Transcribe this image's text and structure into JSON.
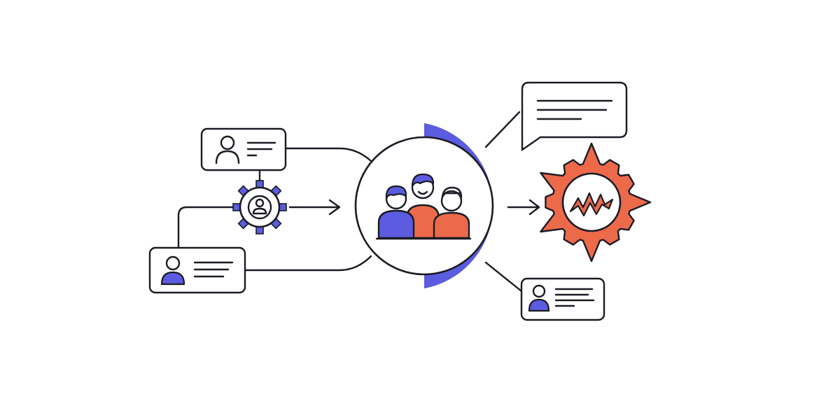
{
  "colors": {
    "ink": "#1b1b24",
    "accent_blue": "#5b5ce0",
    "accent_orange": "#ec6a4a",
    "background": "#ffffff"
  },
  "icons": {
    "person_outline": "person-outline-icon",
    "person_filled": "person-filled-icon",
    "gear": "gear-icon",
    "team": "team-group-icon",
    "speech_bubble": "speech-bubble-icon",
    "conflict_gear": "conflict-burst-gear-icon",
    "arrow": "arrow-right-icon"
  },
  "nodes": {
    "profile_card_top": {
      "icon": "person-outline-icon",
      "text_lines": 3
    },
    "profile_card_bottom": {
      "icon": "person-filled-icon",
      "text_lines": 3
    },
    "settings_gear": {
      "icon": "gear-icon"
    },
    "team_circle": {
      "icon": "team-group-icon",
      "members": 3
    },
    "message_bubble": {
      "icon": "speech-bubble-icon",
      "text_lines": 3
    },
    "conflict_gear": {
      "icon": "conflict-burst-gear-icon"
    },
    "profile_card_right": {
      "icon": "person-filled-icon",
      "text_lines": 4
    }
  }
}
